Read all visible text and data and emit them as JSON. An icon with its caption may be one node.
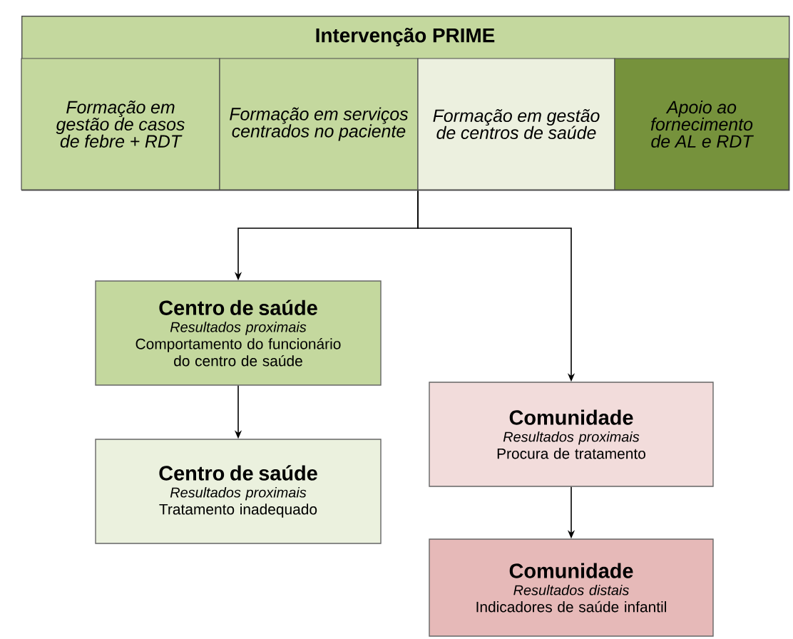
{
  "diagram": {
    "nodes": [
      {
        "text": [
          "Intervenção PRIME"
        ]
      },
      {
        "text": [
          "Formação em gestão de casos de febre + RDT"
        ],
        "in": 0
      },
      {
        "text": [
          "Formação em serviços centrados no paciente"
        ],
        "in": 0
      },
      {
        "text": [
          "Formação em gestão de centros de saúde"
        ],
        "in": 0
      },
      {
        "text": [
          "Apoio ao fornecimento de AL e RDT"
        ],
        "in": 0
      },
      {
        "text": [
          "Centro de saúde",
          "Resultados proximais",
          "Comportamento do funcionário do centro de saúde"
        ]
      },
      {
        "text": [
          "Centro de saúde",
          "Resultados proximais",
          "Tratamento inadequado"
        ]
      },
      {
        "text": [
          "Comunidade",
          "Resultados proximais",
          "Procura de tratamento"
        ]
      },
      {
        "text": [
          "Comunidade",
          "Resultados distais",
          "Indicadores de saúde infantil"
        ]
      }
    ],
    "edges": [
      {
        "from": 0,
        "to": 5,
        "arrow": "to"
      },
      {
        "from": 0,
        "to": 7,
        "arrow": "to"
      },
      {
        "from": 5,
        "to": 6,
        "arrow": "to"
      },
      {
        "from": 7,
        "to": 8,
        "arrow": "to"
      }
    ]
  }
}
